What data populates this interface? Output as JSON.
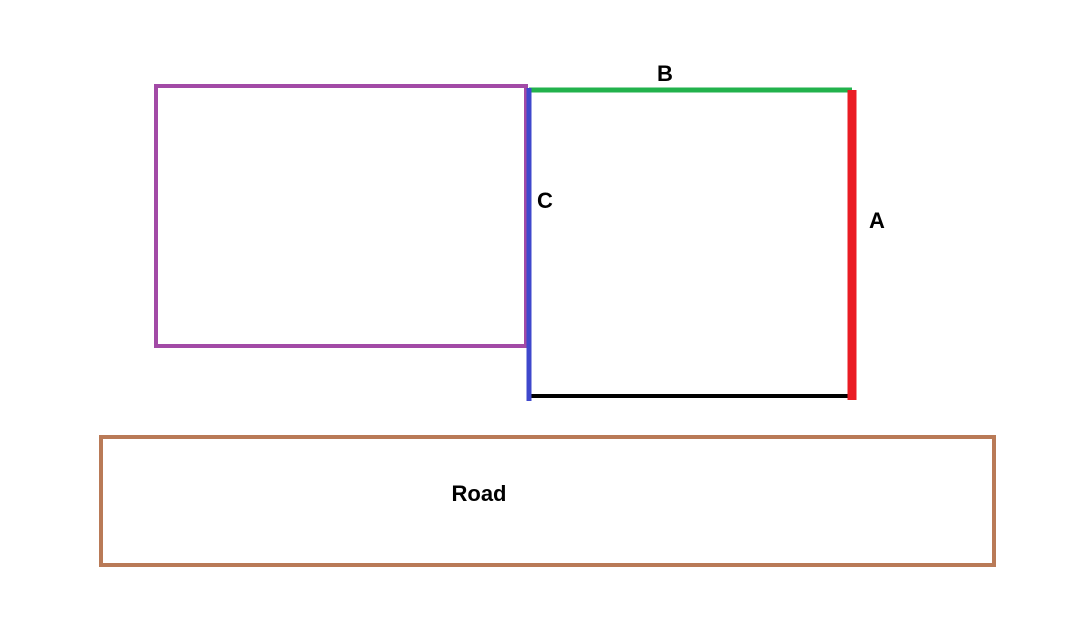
{
  "labels": {
    "a": "A",
    "b": "B",
    "c": "C",
    "road": "Road"
  },
  "colors": {
    "neighbor_outline": "#a24aa6",
    "side_a": "#ea1c24",
    "side_b": "#22b24c",
    "side_c": "#3f48cc",
    "bottom_edge": "#000000",
    "road_outline": "#b97a57"
  }
}
